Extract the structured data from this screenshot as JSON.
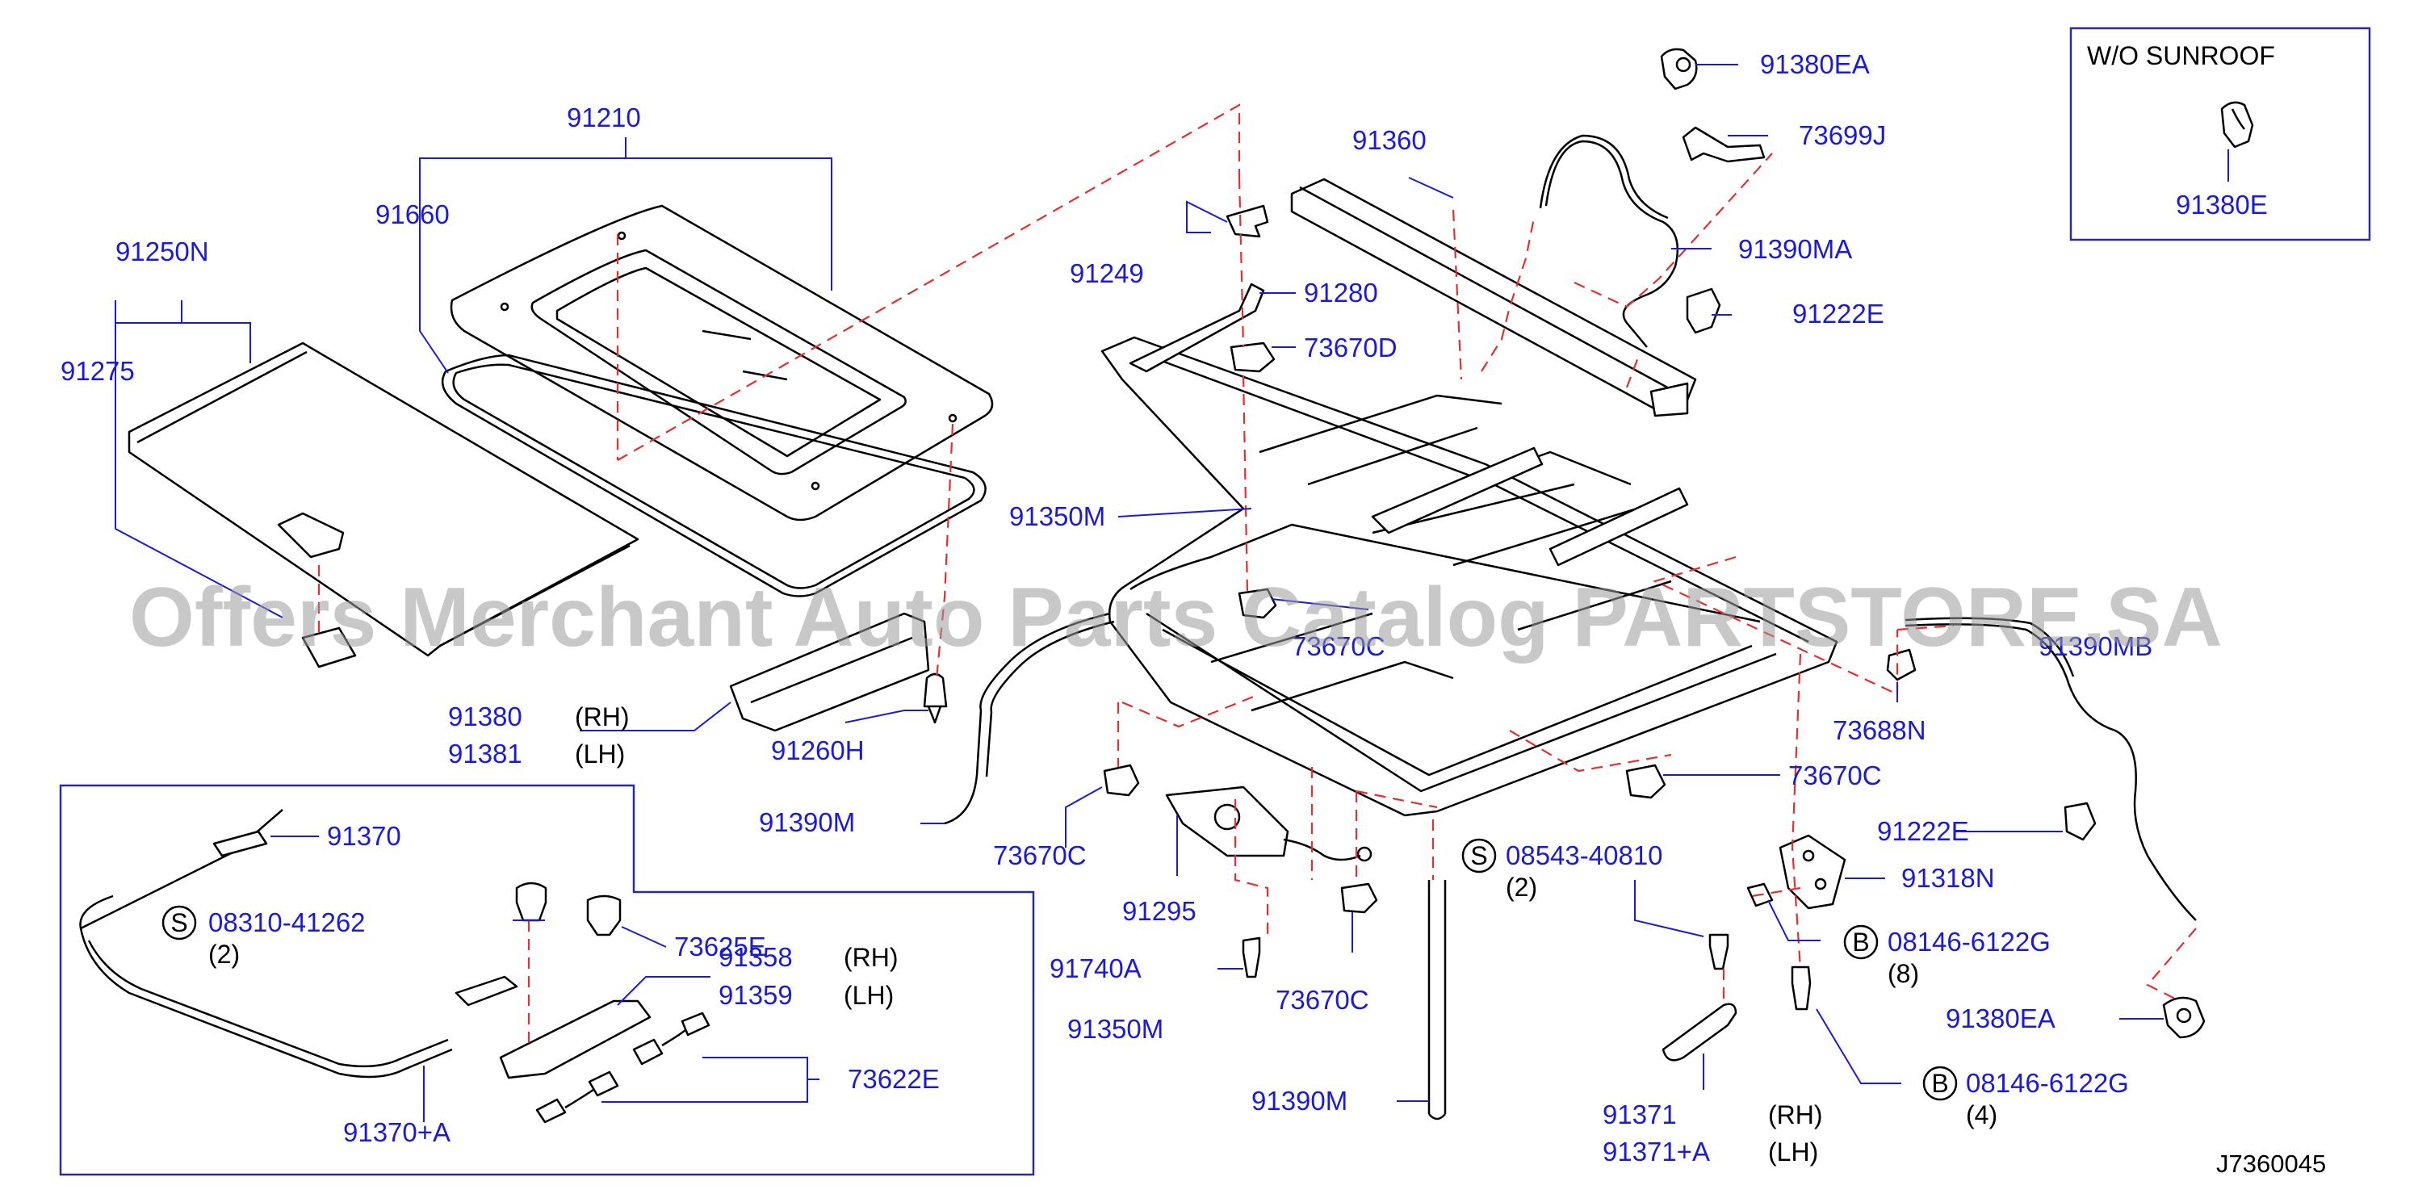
{
  "watermark": "Offers Merchant Auto Parts Catalog PARTSTORE.SA",
  "drawing_code": "J7360045",
  "inset_title": "W/O  SUNROOF",
  "labels": {
    "p91210": "91210",
    "p91660": "91660",
    "p91250N": "91250N",
    "p91275": "91275",
    "p91360": "91360",
    "p91380EA_top": "91380EA",
    "p73699J": "73699J",
    "p91390MA": "91390MA",
    "p91222E_top": "91222E",
    "p91249": "91249",
    "p91280": "91280",
    "p73670D": "73670D",
    "p91350M_main": "91350M",
    "p73670C_mid": "73670C",
    "p91390MB": "91390MB",
    "p73688N": "73688N",
    "p73670C_right": "73670C",
    "p91380": "91380",
    "p91381": "91381",
    "p91260H": "91260H",
    "p91390M_left": "91390M",
    "p73670C_left": "73670C",
    "p91295": "91295",
    "p91740A": "91740A",
    "p73670C_bottom": "73670C",
    "p91390M_bottom": "91390M",
    "p08543": "08543-40810",
    "p91222E_right": "91222E",
    "p91318N": "91318N",
    "p08146_a": "08146-6122G",
    "p08146_b": "08146-6122G",
    "p91380EA_right": "91380EA",
    "p91371": "91371",
    "p91371A": "91371+A",
    "p91370": "91370",
    "p08310": "08310-41262",
    "p73625E": "73625E",
    "p91358": "91358",
    "p91359": "91359",
    "p91350M_box": "91350M",
    "p73622E": "73622E",
    "p91370A": "91370+A",
    "p91380E": "91380E"
  },
  "notes": {
    "rh_1": "(RH)",
    "lh_1": "(LH)",
    "rh_2": "(RH)",
    "lh_2": "(LH)",
    "rh_3": "(RH)",
    "lh_3": "(LH)",
    "qty_2a": "(2)",
    "qty_2b": "(2)",
    "qty_8": "(8)",
    "qty_4": "(4)"
  },
  "symbols": {
    "s": "S",
    "b": "B"
  }
}
